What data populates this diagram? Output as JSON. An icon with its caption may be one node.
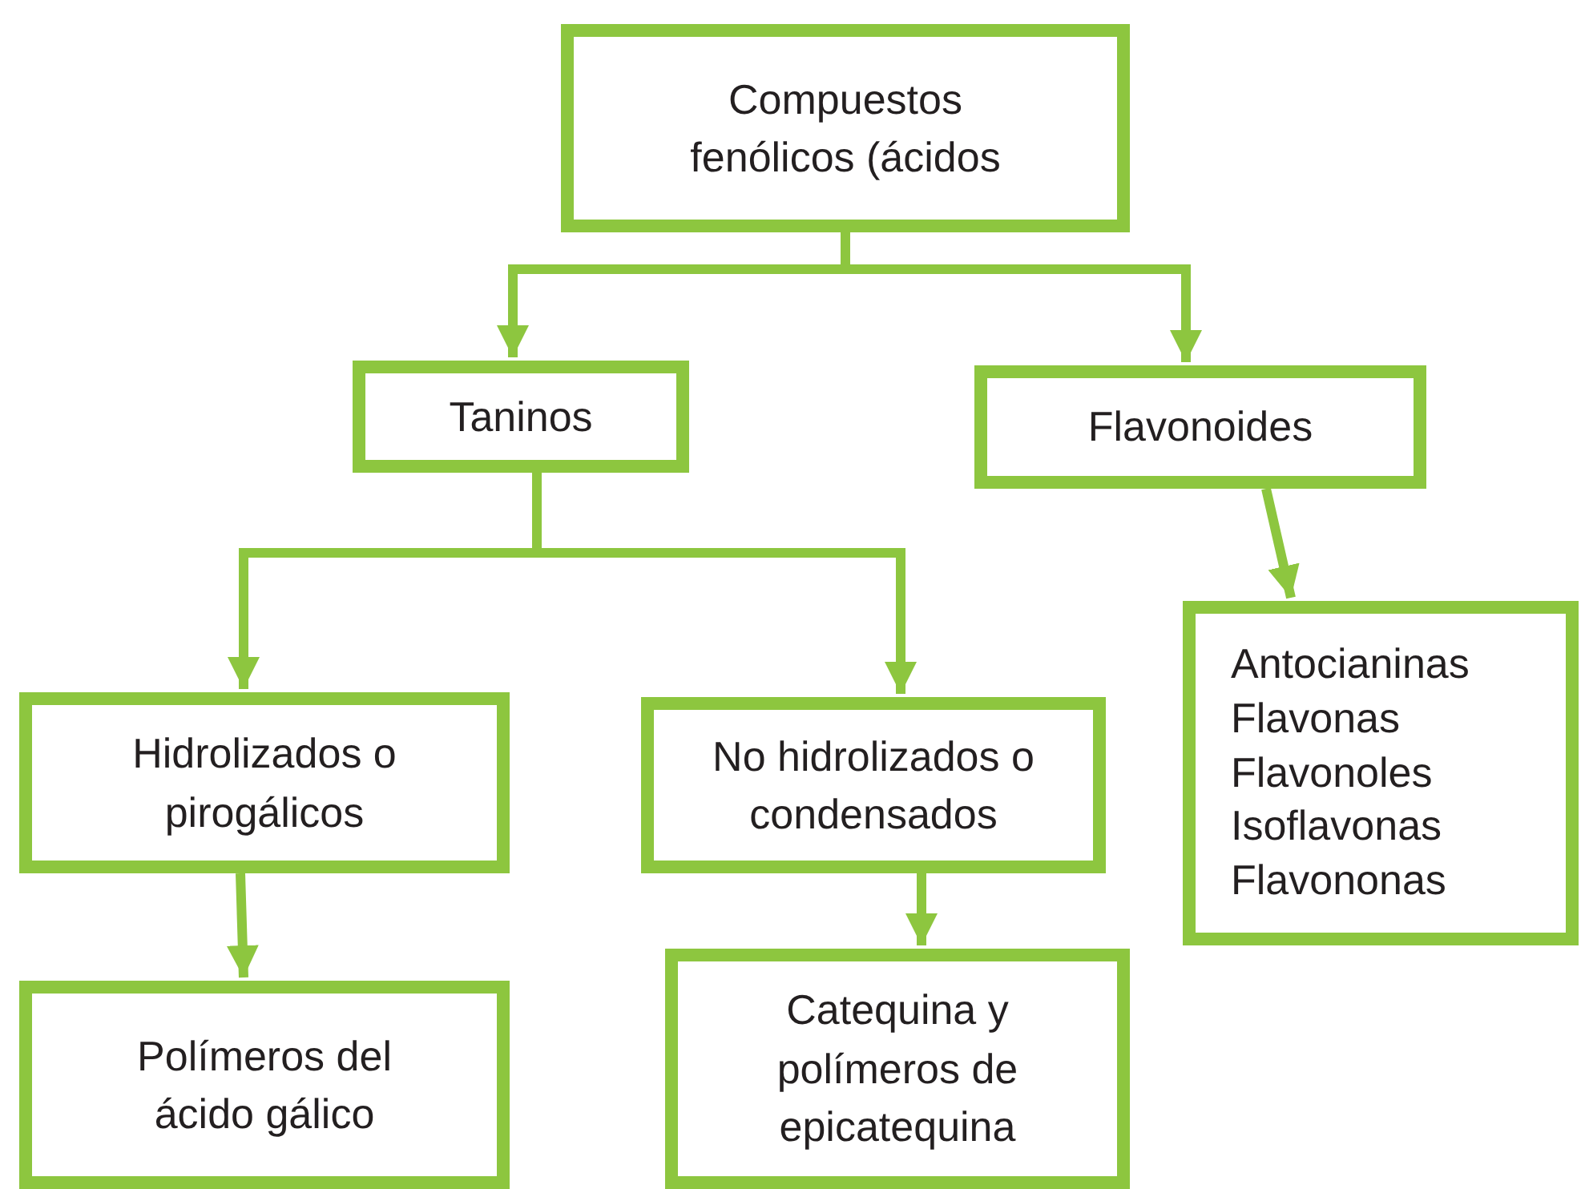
{
  "diagram": {
    "nodes": [
      {
        "text": [
          "Compuestos fenólicos (ácidos"
        ]
      },
      {
        "text": [
          "Taninos"
        ]
      },
      {
        "text": [
          "Flavonoides"
        ]
      },
      {
        "text": [
          "Hidrolizados o pirogálicos"
        ]
      },
      {
        "text": [
          "No hidrolizados o condensados"
        ]
      },
      {
        "text": [
          "Antocianinas",
          "Flavonas",
          "Flavonoles",
          "Isoflavonas",
          "Flavononas"
        ]
      },
      {
        "text": [
          "Polímeros del ácido gálico"
        ]
      },
      {
        "text": [
          "Catequina y polímeros de epicatequina"
        ]
      }
    ],
    "edges": [
      {
        "from": 0,
        "to": 1,
        "arrow": "to"
      },
      {
        "from": 0,
        "to": 2,
        "arrow": "to"
      },
      {
        "from": 1,
        "to": 3,
        "arrow": "to"
      },
      {
        "from": 1,
        "to": 4,
        "arrow": "to"
      },
      {
        "from": 2,
        "to": 5,
        "arrow": "to"
      },
      {
        "from": 3,
        "to": 6,
        "arrow": "to"
      },
      {
        "from": 4,
        "to": 7,
        "arrow": "to"
      }
    ]
  }
}
